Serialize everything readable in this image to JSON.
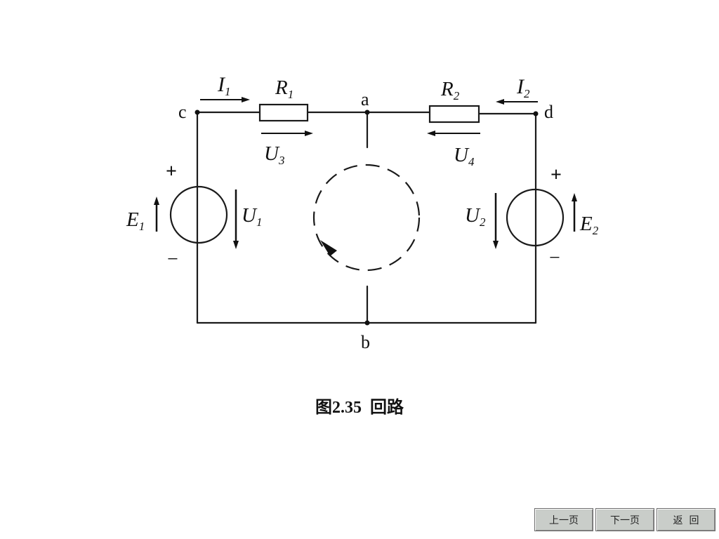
{
  "diagram": {
    "nodes": {
      "a": "a",
      "b": "b",
      "c": "c",
      "d": "d"
    },
    "resistors": {
      "r1": {
        "letter": "R",
        "sub": "1"
      },
      "r2": {
        "letter": "R",
        "sub": "2"
      }
    },
    "currents": {
      "i1": {
        "letter": "I",
        "sub": "1"
      },
      "i2": {
        "letter": "I",
        "sub": "2"
      }
    },
    "voltages": {
      "u1": {
        "letter": "U",
        "sub": "1"
      },
      "u2": {
        "letter": "U",
        "sub": "2"
      },
      "u3": {
        "letter": "U",
        "sub": "3"
      },
      "u4": {
        "letter": "U",
        "sub": "4"
      }
    },
    "sources": {
      "e1": {
        "letter": "E",
        "sub": "1",
        "plus": "+",
        "minus": "−"
      },
      "e2": {
        "letter": "E",
        "sub": "2",
        "plus": "+",
        "minus": "−"
      }
    }
  },
  "caption": "图2.35  回路",
  "nav": {
    "prev": "上一页",
    "next": "下一页",
    "back": "返  回"
  }
}
